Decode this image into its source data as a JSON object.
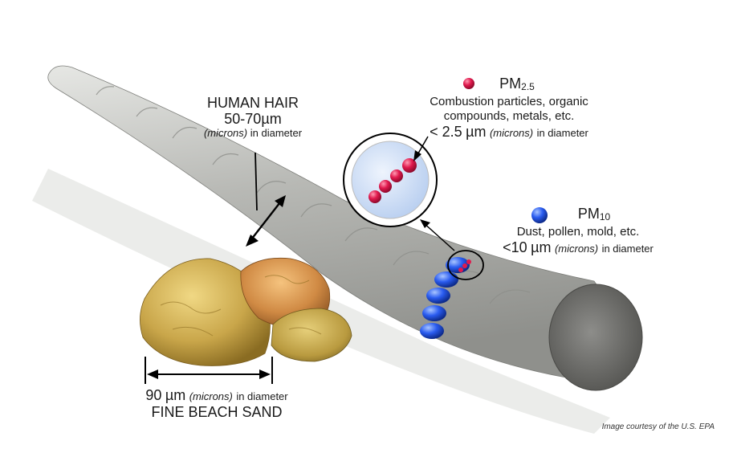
{
  "colors": {
    "hair": "#c2c3bf",
    "hair_shadow": "#d7d8d6",
    "pm25_particle": "#e0194d",
    "pm10_particle": "#2a5cf0",
    "magnifier_fill": "#c9dcf6",
    "sand_gold": "#c9a64a",
    "sand_orange": "#d08a44"
  },
  "human_hair": {
    "title": "HUMAN HAIR",
    "size": "50-70",
    "unit": "µm",
    "note": "(microns)",
    "suffix": "in diameter"
  },
  "pm25": {
    "symbol": "PM",
    "subscript": "2.5",
    "description_line1": "Combustion particles, organic",
    "description_line2": "compounds, metals, etc.",
    "size": "< 2.5",
    "unit": "µm",
    "note": "(microns)",
    "suffix": "in diameter"
  },
  "pm10": {
    "symbol": "PM",
    "subscript": "10",
    "description": "Dust, pollen, mold, etc.",
    "size": "<10",
    "unit": "µm",
    "note": "(microns)",
    "suffix": "in diameter"
  },
  "beach_sand": {
    "size": "90",
    "unit": "µm",
    "note": "(microns)",
    "suffix": "in diameter",
    "title": "FINE BEACH SAND"
  },
  "credit": "Image courtesy of the U.S. EPA"
}
